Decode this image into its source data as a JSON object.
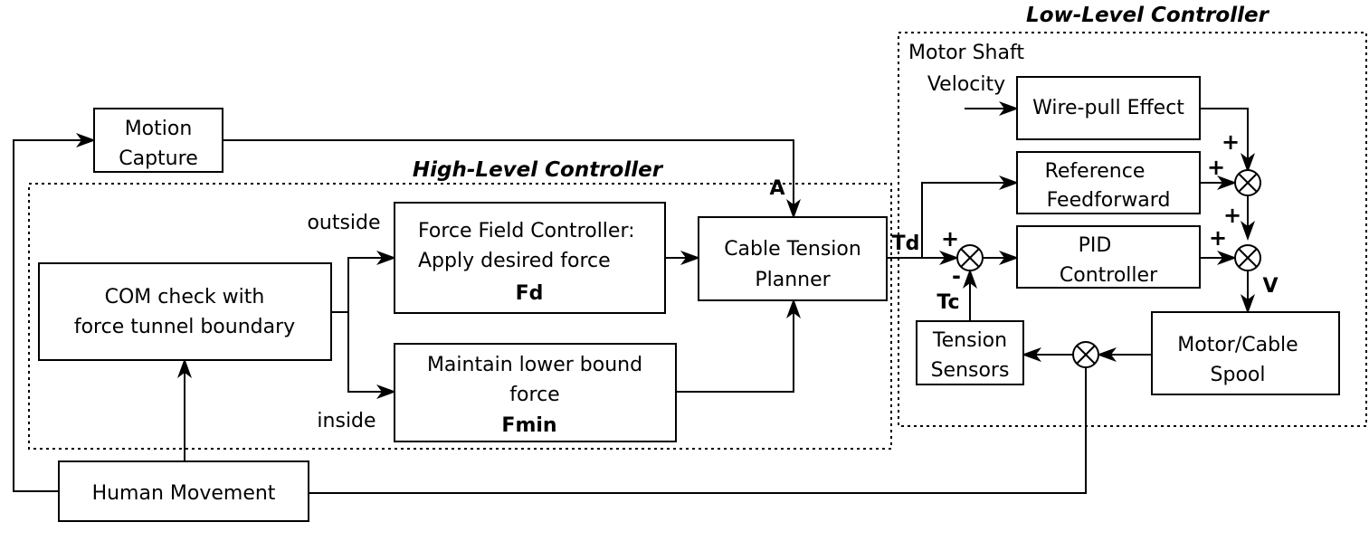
{
  "containers": {
    "high_level": "High-Level Controller",
    "low_level": "Low-Level Controller"
  },
  "blocks": {
    "motion_capture": [
      "Motion",
      "Capture"
    ],
    "com_check": [
      "COM check with",
      "force tunnel boundary"
    ],
    "force_field": [
      "Force Field Controller:",
      "Apply desired force",
      "Fd"
    ],
    "lower_bound": [
      "Maintain lower bound",
      "force",
      "Fmin"
    ],
    "cable_planner": [
      "Cable Tension",
      "Planner"
    ],
    "human_movement": "Human Movement",
    "wire_pull": "Wire-pull Effect",
    "reference_ff": [
      "Reference",
      "Feedforward"
    ],
    "pid": [
      "PID",
      "Controller"
    ],
    "tension_sensors": [
      "Tension",
      "Sensors"
    ],
    "motor_spool": [
      "Motor/Cable",
      "Spool"
    ]
  },
  "labels": {
    "outside": "outside",
    "inside": "inside",
    "a": "A",
    "td": "Td",
    "tc": "Tc",
    "v": "V",
    "motor_shaft_velocity": [
      "Motor Shaft",
      "Velocity"
    ]
  },
  "signs": {
    "error_plus": "+",
    "error_minus": "-",
    "top_sum_wire": "+",
    "top_sum_ref": "+",
    "mid_sum_top": "+",
    "mid_sum_pid": "+"
  }
}
